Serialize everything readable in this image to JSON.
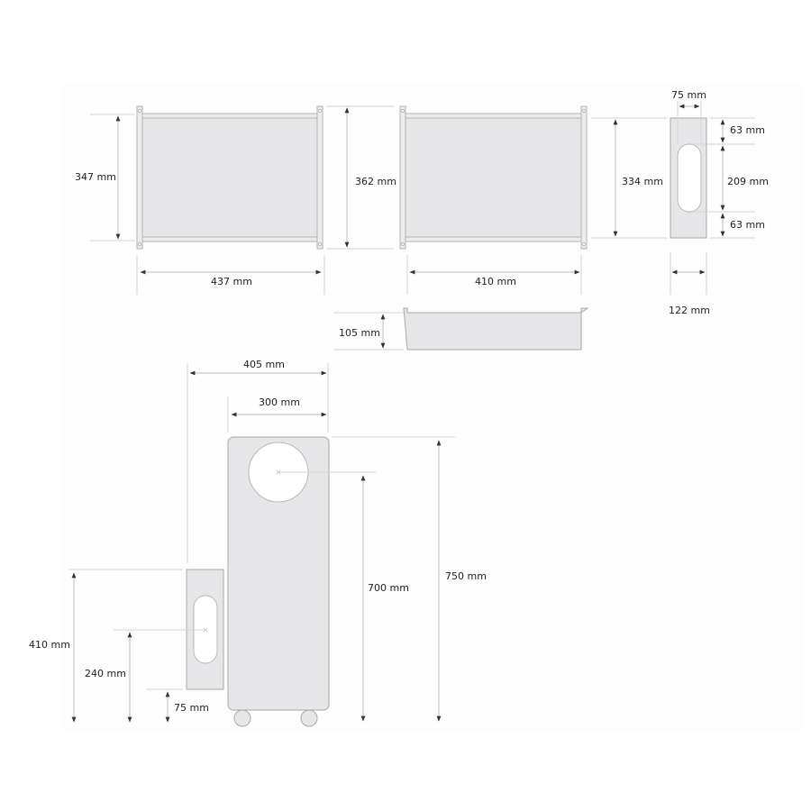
{
  "colors": {
    "part_fill": "#e6e5e7",
    "part_stroke": "#a9a9a9",
    "dimension_line": "#bdbdbd",
    "text": "#222222"
  },
  "top_views": {
    "panel_left": {
      "height_label": "347 mm",
      "width_label": "437 mm",
      "post_height_label": "362 mm"
    },
    "panel_right": {
      "height_label": "334 mm",
      "width_label": "410 mm"
    },
    "side_plate": {
      "slot_width_label": "75 mm",
      "top_margin_label": "63 mm",
      "slot_height_label": "209 mm",
      "bottom_margin_label": "63 mm",
      "width_label": "122 mm"
    },
    "tray": {
      "height_label": "105 mm"
    }
  },
  "front_view": {
    "overall_width_label": "405 mm",
    "unit_width_label": "300 mm",
    "outlet_height_label": "700 mm",
    "unit_height_label": "750 mm",
    "side_plate_height_label": "410 mm",
    "slot_center_height_label": "240 mm",
    "side_plate_offset_label": "75 mm"
  }
}
